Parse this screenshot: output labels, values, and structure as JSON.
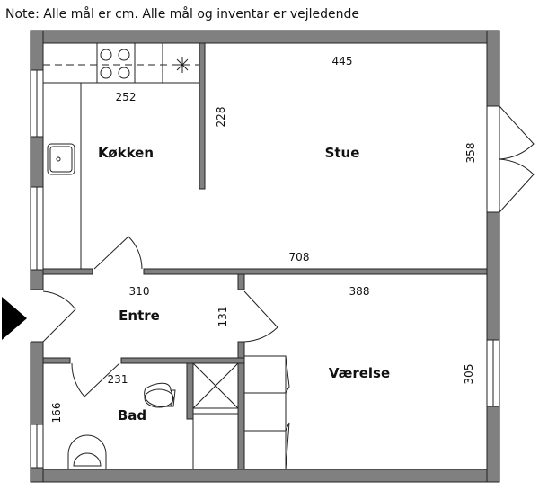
{
  "note": "Note: Alle mål er cm. Alle mål og inventar er vejledende",
  "rooms": {
    "kitchen": "Køkken",
    "living": "Stue",
    "entry": "Entre",
    "bedroom": "Værelse",
    "bath": "Bad"
  },
  "dimensions": {
    "kitchen_width": "252",
    "kitchen_depth": "228",
    "living_width": "445",
    "living_depth": "358",
    "total_width": "708",
    "entry_width": "310",
    "entry_depth": "131",
    "bedroom_width": "388",
    "bedroom_depth": "305",
    "bath_width": "231",
    "bath_depth": "166"
  },
  "colors": {
    "wall": "#808080",
    "line": "#222222"
  }
}
